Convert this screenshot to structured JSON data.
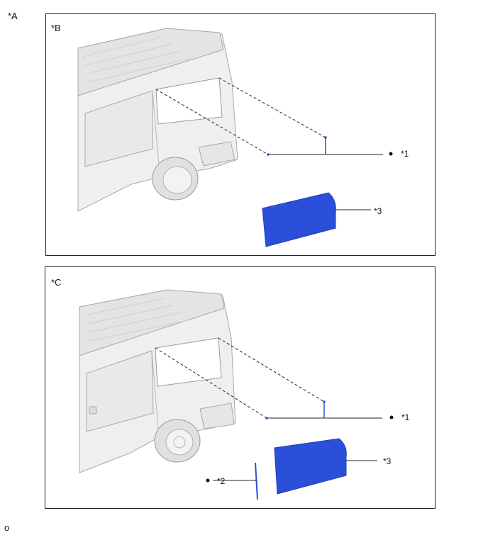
{
  "figure": {
    "label": "*A",
    "footer": "o"
  },
  "panels": [
    {
      "label": "*B",
      "callouts": {
        "c1": "*1",
        "c3": "*3"
      }
    },
    {
      "label": "*C",
      "callouts": {
        "c1": "*1",
        "c2": "*2",
        "c3": "*3"
      }
    }
  ],
  "colors": {
    "film": "#2b4fd8",
    "van_body": "#eeeeee",
    "van_line": "#aaaaaa",
    "leader": "#222222"
  }
}
